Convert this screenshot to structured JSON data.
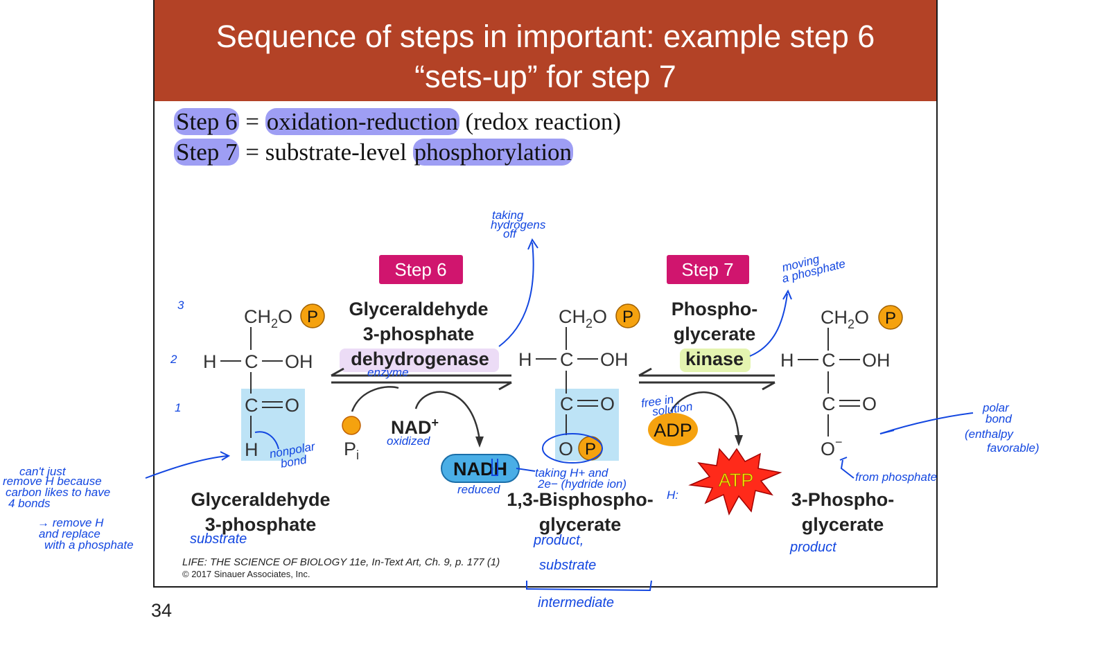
{
  "slide": {
    "title_line1": "Sequence of steps in important: example step 6",
    "title_line2": "“sets-up” for step 7",
    "line1": {
      "step": "Step 6",
      "eq": " = ",
      "term": "oxidation-reduction",
      "rest": " (redox reaction)"
    },
    "line2": {
      "step": "Step 7",
      "eq": " = substrate-level ",
      "term": "phosphorylation"
    },
    "page_number": "34"
  },
  "diagram": {
    "step6_badge": "Step 6",
    "step7_badge": "Step 7",
    "enzyme6": [
      "Glyceraldehyde",
      "3-phosphate",
      "dehydrogenase"
    ],
    "enzyme7": [
      "Phospho-",
      "glycerate",
      "kinase"
    ],
    "mol1_name": [
      "Glyceraldehyde",
      "3-phosphate"
    ],
    "mol2_name": [
      "1,3-Bisphospho-",
      "glycerate"
    ],
    "mol3_name": [
      "3-Phospho-",
      "glycerate"
    ],
    "phosphate": "P",
    "pi": "P",
    "pi_sub": "i",
    "nad": "NAD",
    "nad_sup": "+",
    "nadh": "NADH",
    "adp": "ADP",
    "atp": "ATP",
    "h_label": "H",
    "oh_label": "OH",
    "c_label": "C",
    "o_label": "O",
    "ch2o": "CH",
    "ch2o_sub": "2",
    "ch2o_o": "O",
    "o_minus": "O",
    "minus": "−",
    "citation_line1": "LIFE: THE SCIENCE OF BIOLOGY 11e, In-Text Art, Ch. 9, p. 177 (1)",
    "citation_line2": "© 2017 Sinauer Associates, Inc.",
    "colors": {
      "badge": "#d0156e",
      "phosphate": "#f5a20f",
      "nadh": "#4aaee6",
      "highlight_box": "#bde3f6",
      "atp": "#ff2a1a",
      "atp_text": "#f6e000"
    }
  },
  "annotations": {
    "taking_hydrogens_off": [
      "taking",
      "hydrogens",
      "off"
    ],
    "moving_phosphate": [
      "moving",
      "a phosphate"
    ],
    "carbon_numbers": [
      "3",
      "2",
      "1"
    ],
    "enzyme": "enzyme",
    "nonpolar_bond": [
      "nonpolar",
      "bond"
    ],
    "cant_remove": [
      "can't just",
      "remove H because",
      "carbon likes to have",
      "4 bonds"
    ],
    "remove_replace": [
      "→ remove H",
      "and replace",
      "with a phosphate"
    ],
    "substrate": "substrate",
    "oxidized": "oxidized",
    "reduced": "reduced",
    "taking_h": [
      "taking H+ and",
      "2e− (hydride ion)"
    ],
    "hydride_h": "H:",
    "free_in_solution": [
      "free in",
      "solution"
    ],
    "polar_bond": [
      "polar",
      "bond",
      "(enthalpy",
      "favorable)"
    ],
    "from_phosphate": "from phosphate",
    "product_substrate": [
      "product,",
      "substrate"
    ],
    "intermediate": "intermediate",
    "product": "product"
  }
}
